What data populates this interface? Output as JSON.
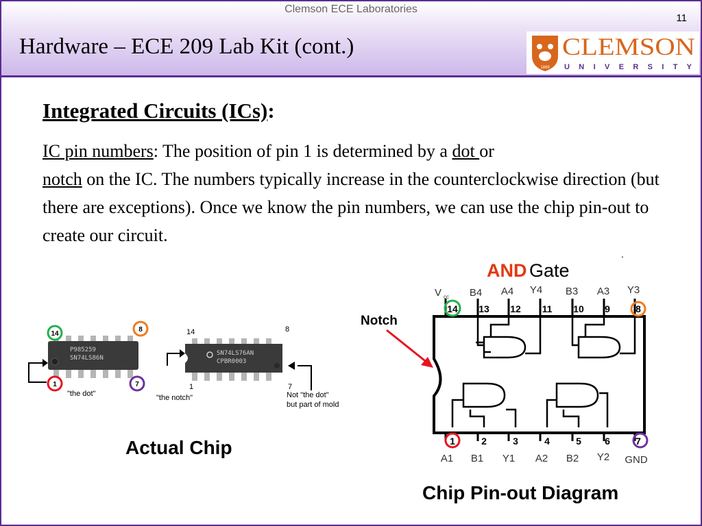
{
  "header": {
    "lab_title": "Clemson ECE Laboratories",
    "page_number": "11",
    "slide_title": "Hardware – ECE 209 Lab Kit (cont.)",
    "logo_text": "CLEMSON",
    "logo_subtext": "U N I V E R S I T Y",
    "logo_year": "1889"
  },
  "content": {
    "heading": "Integrated Circuits (ICs)",
    "heading_colon": ":",
    "p1": "IC pin numbers",
    "p2": ": The position of pin 1 is determined by a ",
    "p3": "dot ",
    "p4": "or ",
    "p5": "notch",
    "p6": " on the IC. The numbers typically increase in the counterclockwise direction (but there are exceptions). Once we know the pin numbers, we can use the chip pin-out to create our circuit."
  },
  "chip_photo": {
    "chip1_pin14": "14",
    "chip1_pin8": "8",
    "chip1_pin1": "1",
    "chip1_pin7": "7",
    "chip1_marking1": "P985259",
    "chip1_marking2": "SN74LS86N",
    "chip1_label": "\"the dot\"",
    "chip2_pin14": "14",
    "chip2_pin8": "8",
    "chip2_pin1": "1",
    "chip2_pin7": "7",
    "chip2_marking1": "SN74LS76AN",
    "chip2_marking2": "CPBR0003",
    "chip2_label": "\"the notch\"",
    "mold_label_1": "Not \"the dot\"",
    "mold_label_2": "but part of mold",
    "caption": "Actual Chip"
  },
  "diagram": {
    "title_and": "AND",
    "title_gate": " Gate",
    "notch_label": "Notch",
    "top_names": [
      "V",
      "B4",
      "A4",
      "Y4",
      "B3",
      "A3",
      "Y3"
    ],
    "vcc_sub": "cc",
    "top_pins": [
      "14",
      "13",
      "12",
      "11",
      "10",
      "9",
      "8"
    ],
    "bottom_pins": [
      "1",
      "2",
      "3",
      "4",
      "5",
      "6",
      "7"
    ],
    "bottom_names": [
      "A1",
      "B1",
      "Y1",
      "A2",
      "B2",
      "Y2",
      "GND"
    ],
    "caption": "Chip Pin-out Diagram"
  },
  "colors": {
    "accent_purple": "#5a2d91",
    "clemson_orange": "#d8661c",
    "and_red": "#e03a12",
    "arrow_red": "#e8141e",
    "circle_green": "#22b14c",
    "circle_red": "#e8141e",
    "circle_orange": "#ef7b1e",
    "circle_purple": "#6b32a0"
  }
}
